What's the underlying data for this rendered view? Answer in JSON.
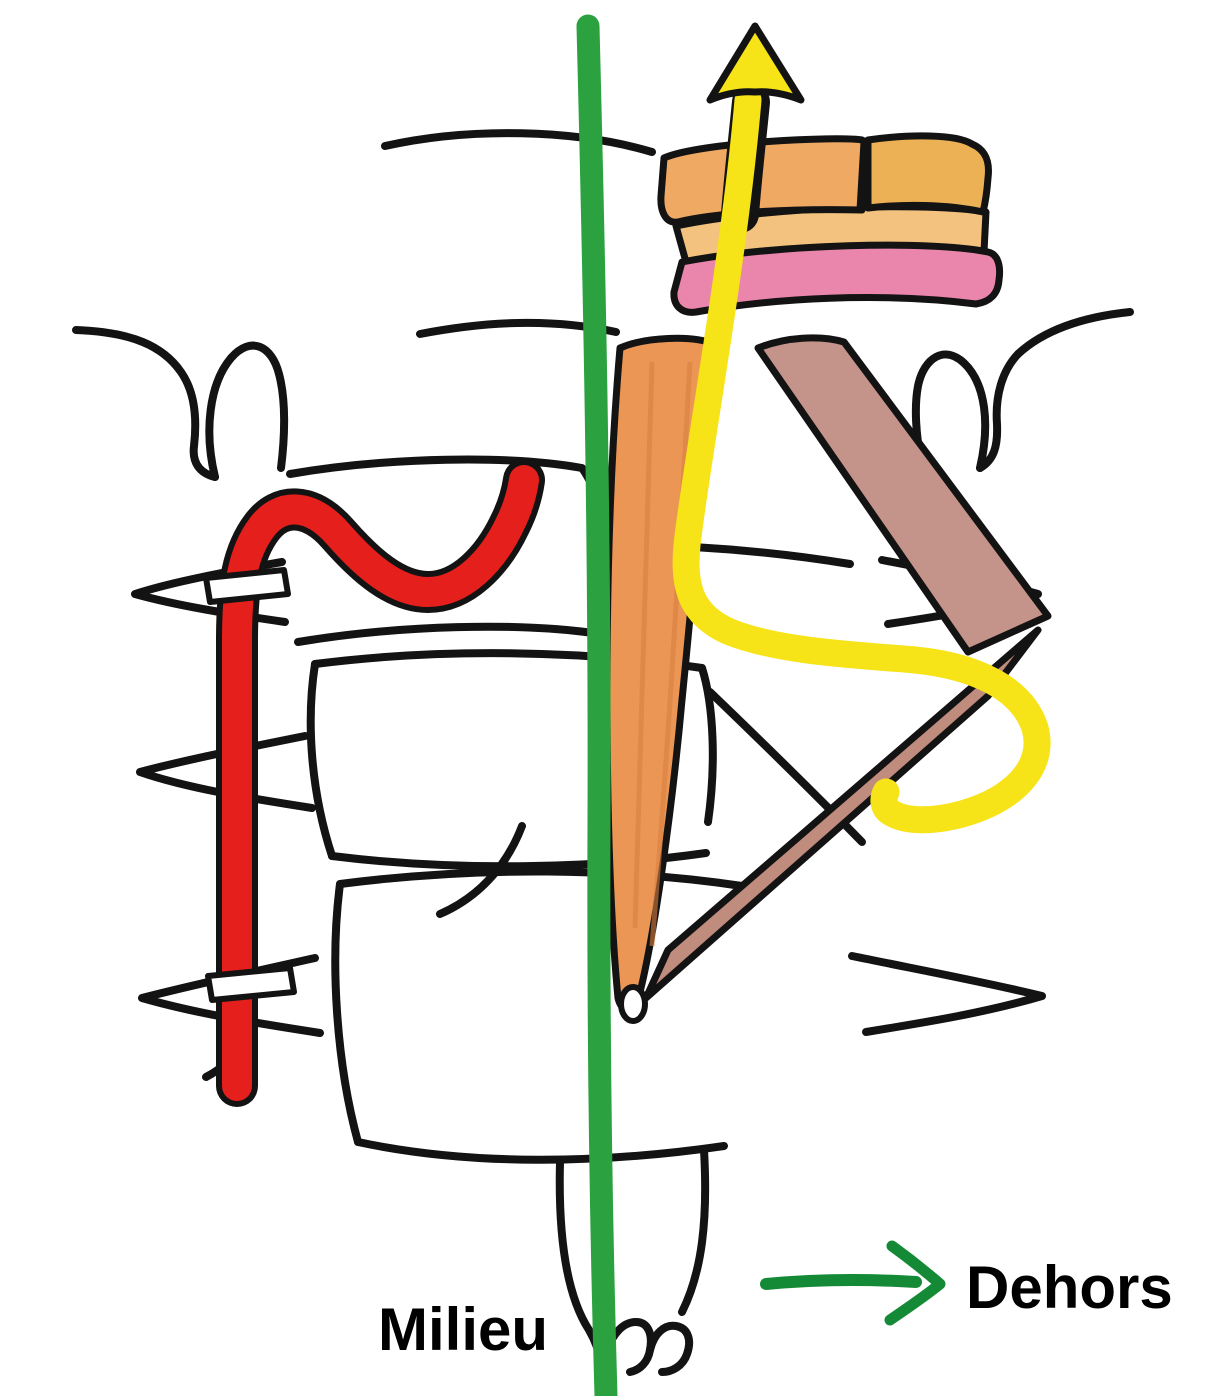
{
  "figure": {
    "type": "hand-drawn cervical spine diagram, anterior view",
    "labels": {
      "midline": "Milieu",
      "lateral": "Dehors"
    },
    "colors": {
      "background": "#ffffff",
      "ink": "#131313",
      "midline_green": "#2ba23f",
      "direction_green": "#148a36",
      "artery_red": "#e51f1b",
      "nerve_yellow": "#f6e318",
      "muscle_orange": "#ec9655",
      "muscle_brown_upper": "#c4948a",
      "muscle_brown_lower": "#bf8c7e",
      "block_orange_left": "#f0a963",
      "block_orange_right": "#edb155",
      "block_lip": "#f3c27e",
      "block_pink": "#ea86ab",
      "label_text": "#000000"
    }
  }
}
